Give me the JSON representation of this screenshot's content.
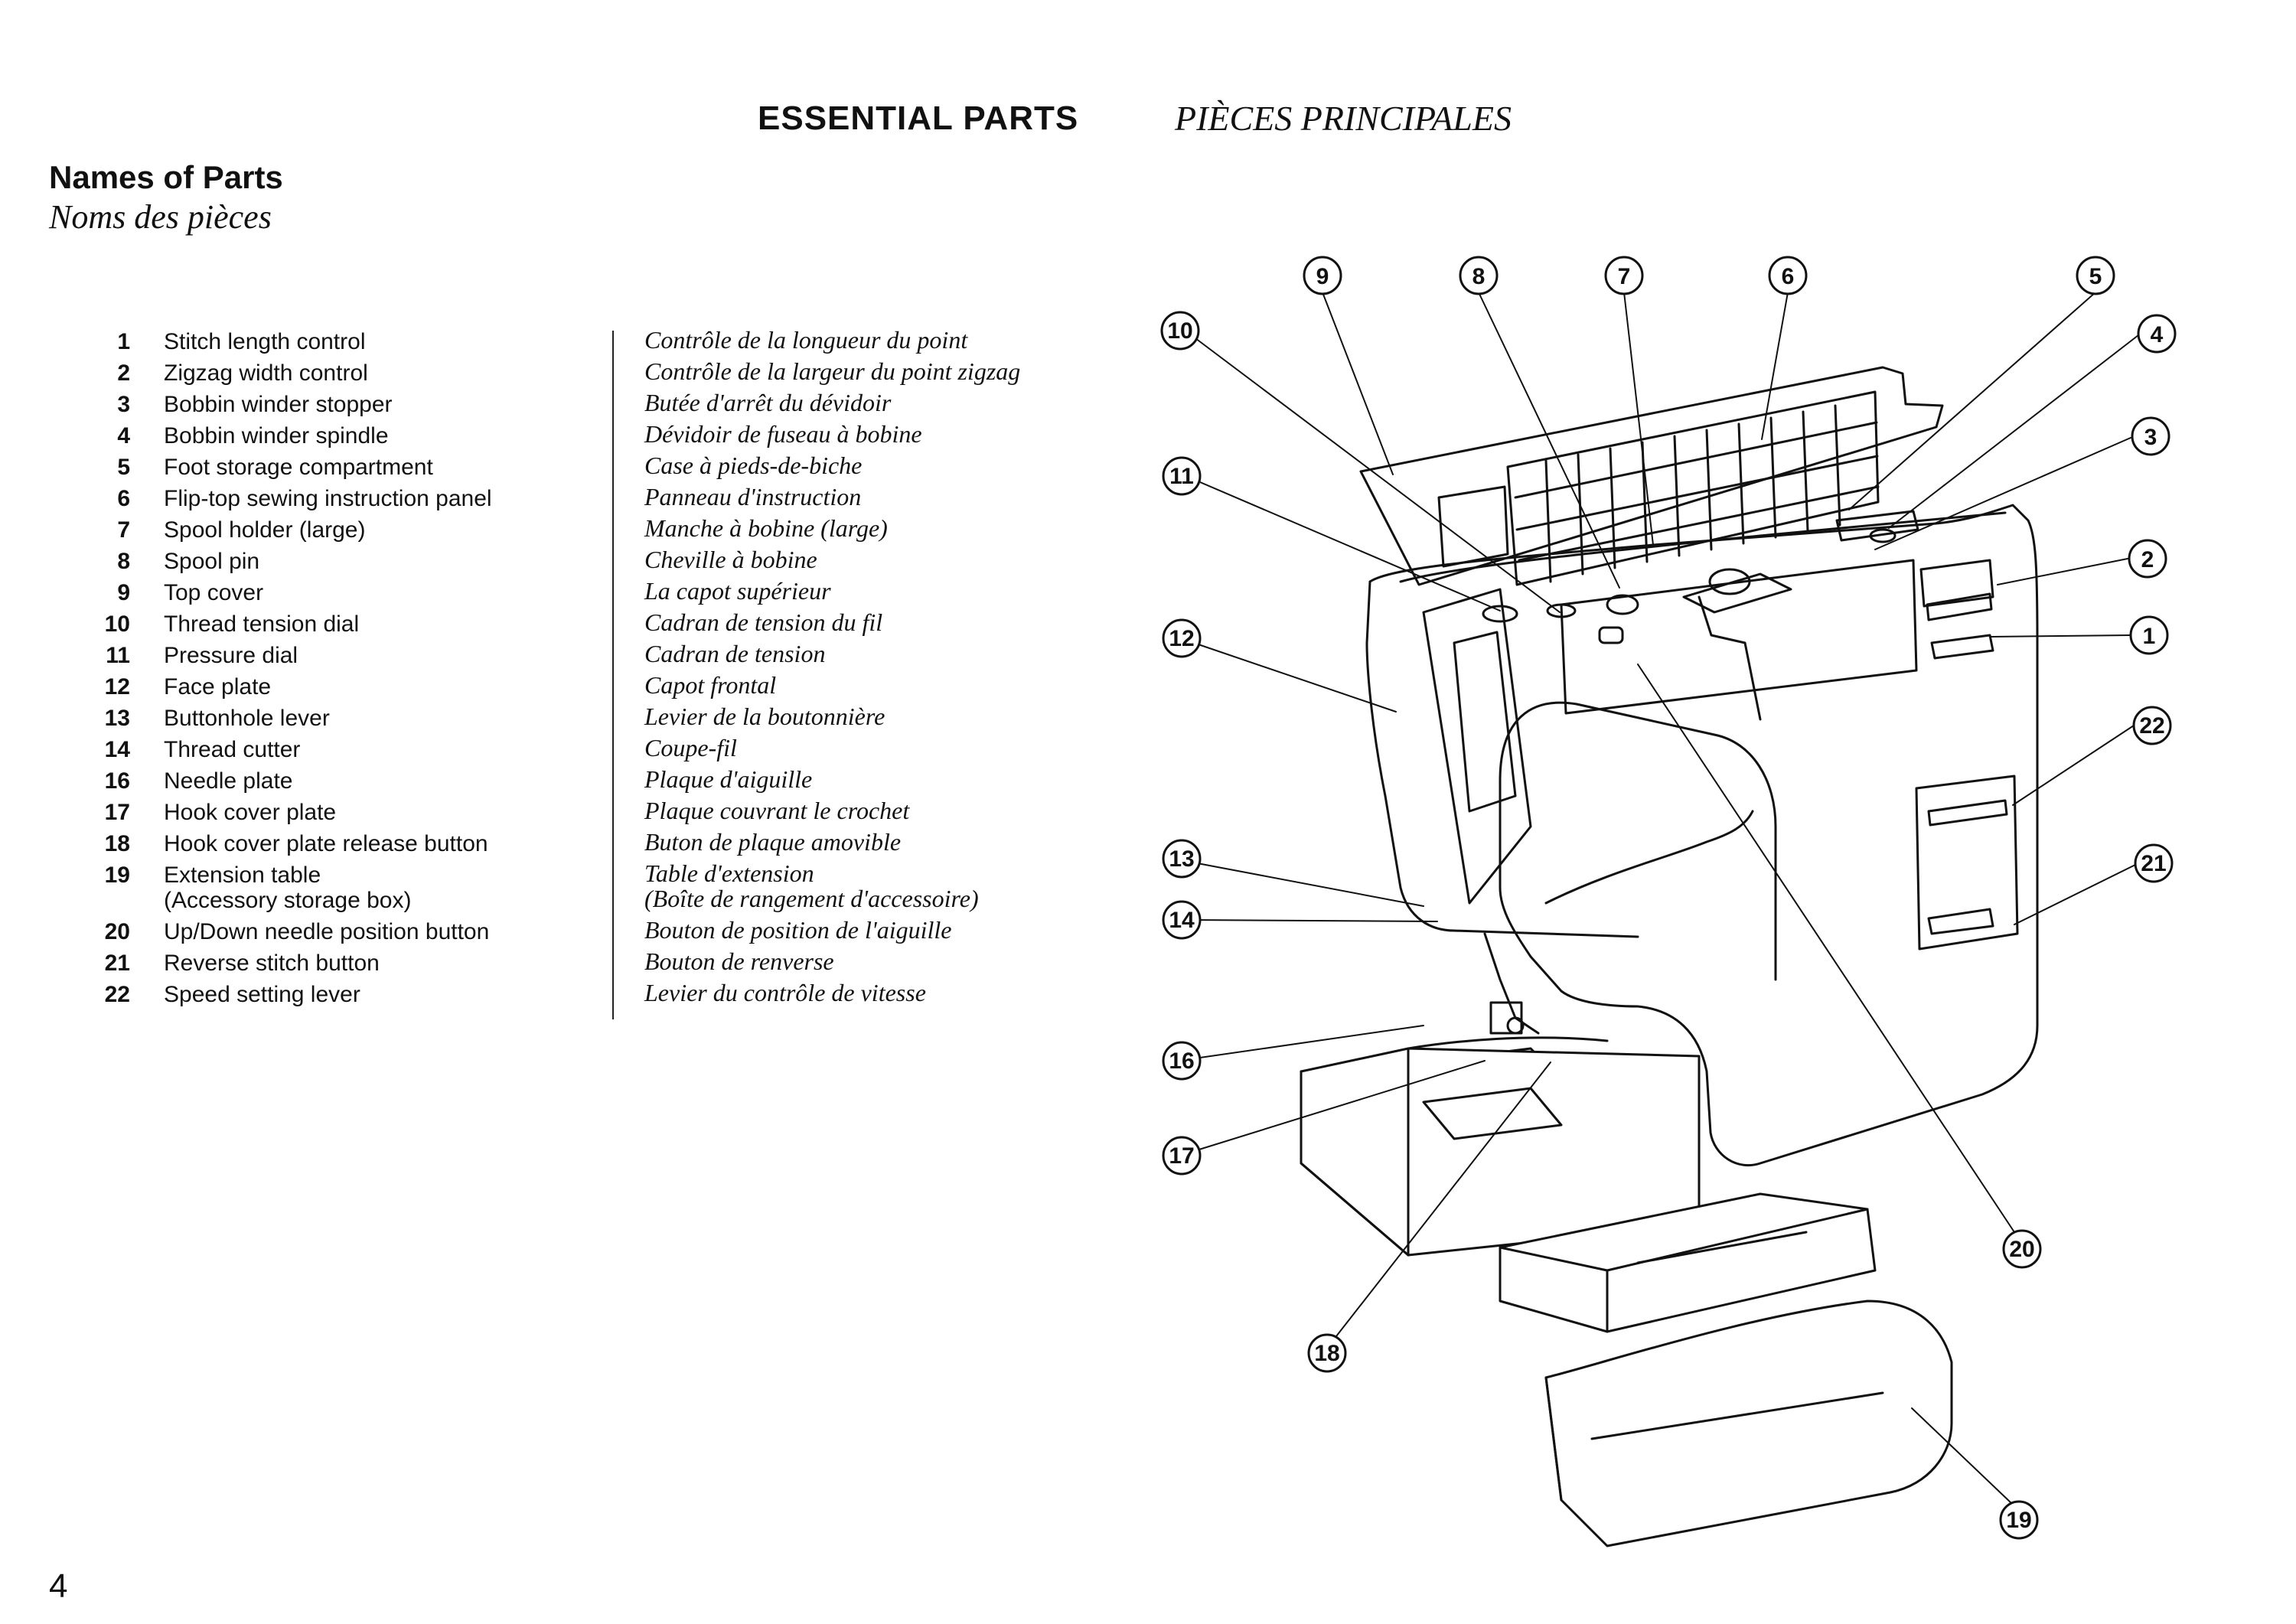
{
  "header": {
    "title_en": "ESSENTIAL PARTS",
    "title_fr": "PIÈCES PRINCIPALES"
  },
  "section": {
    "title_en": "Names of Parts",
    "title_fr": "Noms des pièces"
  },
  "parts": [
    {
      "num": "1",
      "en": "Stitch length control",
      "fr": "Contrôle de la longueur du point"
    },
    {
      "num": "2",
      "en": "Zigzag width control",
      "fr": "Contrôle de la largeur du point zigzag"
    },
    {
      "num": "3",
      "en": "Bobbin winder stopper",
      "fr": "Butée d'arrêt du dévidoir"
    },
    {
      "num": "4",
      "en": "Bobbin winder spindle",
      "fr": "Dévidoir de fuseau à bobine"
    },
    {
      "num": "5",
      "en": "Foot storage compartment",
      "fr": "Case à pieds-de-biche"
    },
    {
      "num": "6",
      "en": "Flip-top sewing instruction panel",
      "fr": "Panneau d'instruction"
    },
    {
      "num": "7",
      "en": "Spool holder (large)",
      "fr": "Manche à bobine (large)"
    },
    {
      "num": "8",
      "en": "Spool pin",
      "fr": "Cheville à bobine"
    },
    {
      "num": "9",
      "en": "Top cover",
      "fr": "La capot supérieur"
    },
    {
      "num": "10",
      "en": "Thread tension dial",
      "fr": "Cadran de tension du fil"
    },
    {
      "num": "11",
      "en": "Pressure dial",
      "fr": "Cadran de tension"
    },
    {
      "num": "12",
      "en": "Face plate",
      "fr": "Capot frontal"
    },
    {
      "num": "13",
      "en": "Buttonhole lever",
      "fr": "Levier de la boutonnière"
    },
    {
      "num": "14",
      "en": "Thread cutter",
      "fr": "Coupe-fil"
    },
    {
      "num": "16",
      "en": "Needle plate",
      "fr": "Plaque d'aiguille"
    },
    {
      "num": "17",
      "en": "Hook cover plate",
      "fr": "Plaque couvrant le crochet"
    },
    {
      "num": "18",
      "en": "Hook cover plate release button",
      "fr": "Buton de plaque amovible"
    },
    {
      "num": "19",
      "en": "Extension table",
      "en2": "(Accessory storage box)",
      "fr": "Table d'extension",
      "fr2": "(Boîte de rangement d'accessoire)"
    },
    {
      "num": "20",
      "en": "Up/Down needle position button",
      "fr": "Bouton de position de l'aiguille"
    },
    {
      "num": "21",
      "en": "Reverse stitch button",
      "fr": "Bouton de renverse"
    },
    {
      "num": "22",
      "en": "Speed setting lever",
      "fr": "Levier du contrôle de vitesse"
    }
  ],
  "callouts": [
    "1",
    "2",
    "3",
    "4",
    "5",
    "6",
    "7",
    "8",
    "9",
    "10",
    "11",
    "12",
    "13",
    "14",
    "16",
    "17",
    "18",
    "19",
    "20",
    "21",
    "22"
  ],
  "page_number": "4"
}
